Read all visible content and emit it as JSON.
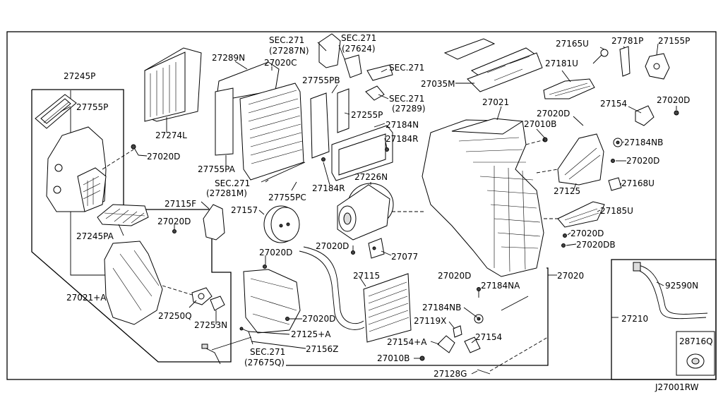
{
  "diagram_code": "J27001RW",
  "labels": {
    "p27245P": "27245P",
    "p27755P": "27755P",
    "p27020D_a": "27020D",
    "p27274L": "27274L",
    "p27289N": "27289N",
    "p27020C": "27020C",
    "sec271_a": "SEC.271",
    "sec271_a_sub": "(27287N)",
    "sec271_b": "SEC.271",
    "sec271_b_sub": "(27624)",
    "sec271_c": "SEC.271",
    "sec271_d": "SEC.271",
    "sec271_d_sub": "(27289)",
    "p27755PB": "27755PB",
    "p27255P": "27255P",
    "p27035M": "27035M",
    "p27021": "27021",
    "p27184N": "27184N",
    "p27184R_a": "27184R",
    "p27755PA": "27755PA",
    "sec271_e": "SEC.271",
    "sec271_e_sub": "(27281M)",
    "p27755PC": "27755PC",
    "p27184R_b": "27184R",
    "p27226N": "27226N",
    "p27115F": "27115F",
    "p27157": "27157",
    "p27020D_b": "27020D",
    "p27245PA": "27245PA",
    "p27020D_c": "27020D",
    "p27077": "27077",
    "p27020D_d": "27020D",
    "p27021A": "27021+A",
    "p27250Q": "27250Q",
    "p27253N": "27253N",
    "p27020D_e": "27020D",
    "p27125A": "27125+A",
    "sec271_f": "SEC.271",
    "sec271_f_sub": "(27675Q)",
    "p27156Z": "27156Z",
    "p27115": "27115",
    "p27165U": "27165U",
    "p27781P": "27781P",
    "p27155P": "27155P",
    "p27181U": "27181U",
    "p27154_a": "27154",
    "p27020D_f": "27020D",
    "p27020D_g": "27020D",
    "p27010B_a": "27010B",
    "p27184NB_a": "27184NB",
    "p27020D_h": "27020D",
    "p27125": "27125",
    "p27168U": "27168U",
    "p27185U": "27185U",
    "p27020D_i": "27020D",
    "p27020DB": "27020DB",
    "p27020D_j": "27020D",
    "p27020": "27020",
    "p27184NA": "27184NA",
    "p27184NB_b": "27184NB",
    "p27119X": "27119X",
    "p27154A": "27154+A",
    "p27154_b": "27154",
    "p27010B_b": "27010B",
    "p27128G": "27128G",
    "p27210": "27210",
    "p92590N": "92590N",
    "p28716Q": "28716Q"
  }
}
